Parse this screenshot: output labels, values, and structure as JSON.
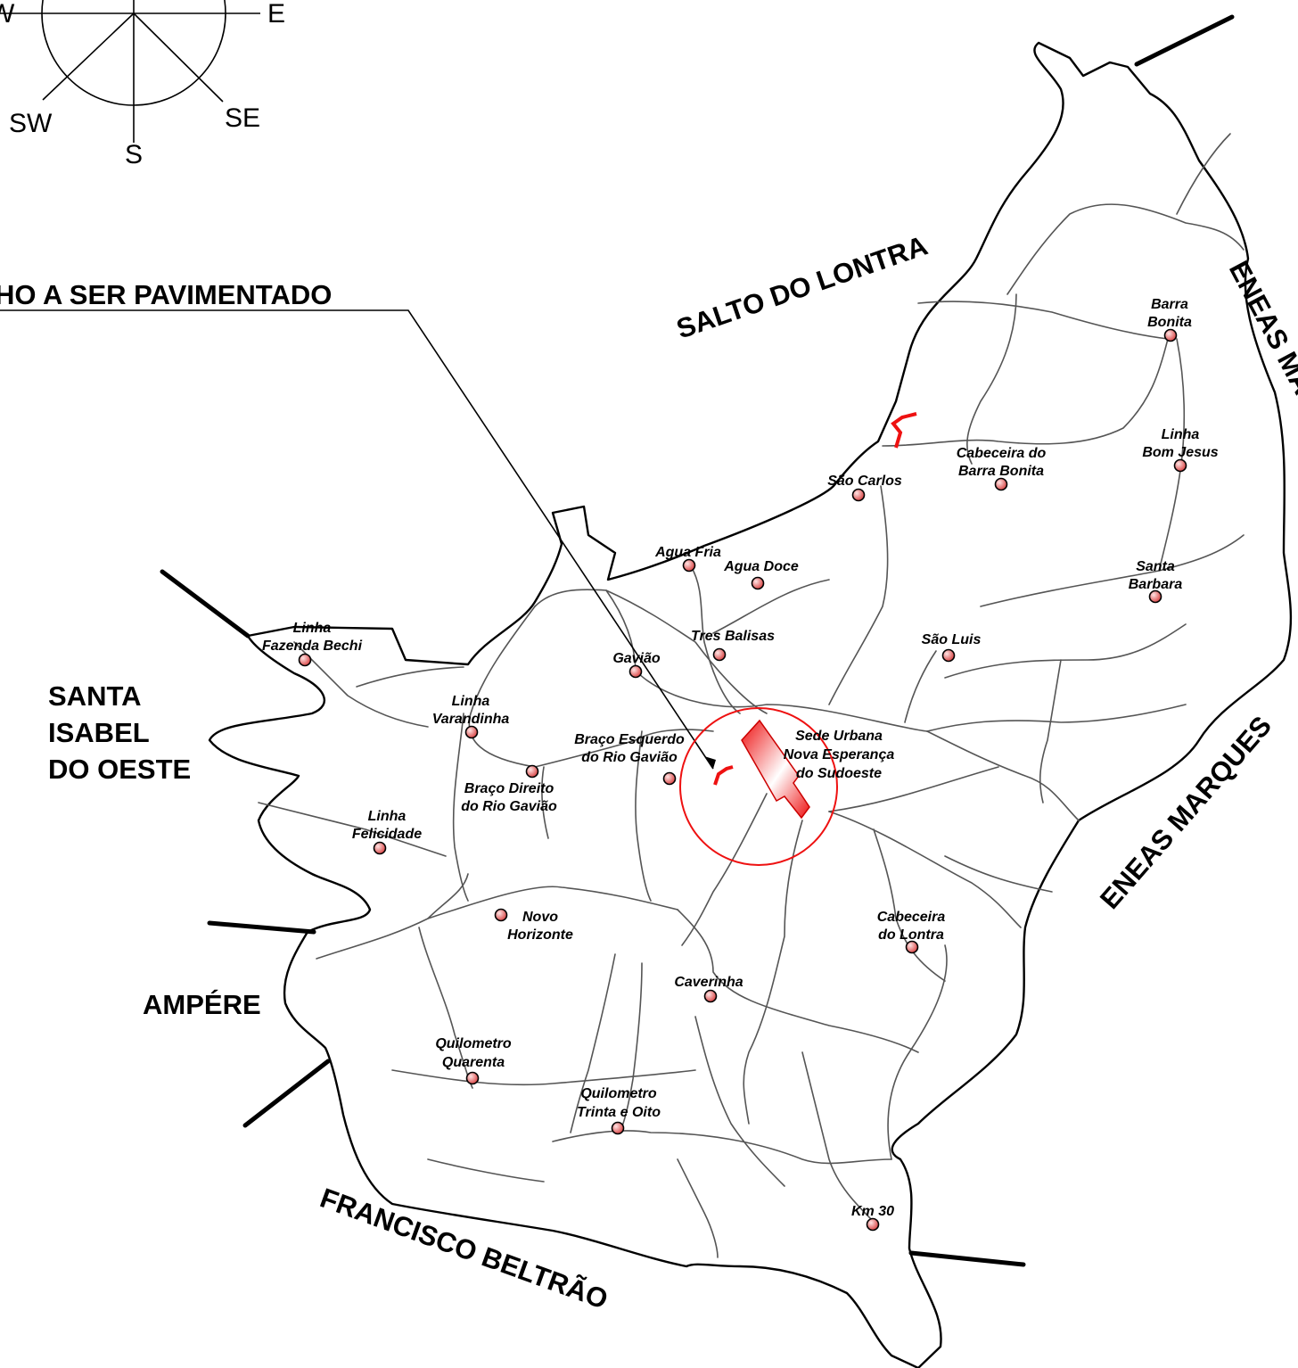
{
  "compass": {
    "east": "E",
    "southwest": "SW",
    "south": "S",
    "southeast": "SE",
    "west": "W"
  },
  "highlight_title": "HO  A SER PAVIMENTADO",
  "neighbors": {
    "salto_do_lontra": "SALTO DO LONTRA",
    "eneas_marques_top": "ENEAS MARQUES",
    "eneas_marques_right": "ENEAS MARQUES",
    "santa_isabel": [
      "SANTA",
      "ISABEL",
      "DO OESTE"
    ],
    "ampere": "AMPÉRE",
    "francisco_beltrao": "FRANCISCO BELTRÃO"
  },
  "colors": {
    "highlight": "#ee1111",
    "border": "#000000",
    "road": "#555555",
    "marker": "#e85555"
  },
  "localities": [
    {
      "id": "barra-bonita",
      "lines": [
        "Barra",
        "Bonita"
      ]
    },
    {
      "id": "linha-bom-jesus",
      "lines": [
        "Linha",
        "Bom Jesus"
      ]
    },
    {
      "id": "cabeceira-barra-bonita",
      "lines": [
        "Cabeceira do",
        "Barra Bonita"
      ]
    },
    {
      "id": "sao-carlos",
      "lines": [
        "São Carlos"
      ]
    },
    {
      "id": "agua-fria",
      "lines": [
        "Agua Fria"
      ]
    },
    {
      "id": "agua-doce",
      "lines": [
        "Agua Doce"
      ]
    },
    {
      "id": "santa-barbara",
      "lines": [
        "Santa",
        "Barbara"
      ]
    },
    {
      "id": "tres-balisas",
      "lines": [
        "Tres Balisas"
      ]
    },
    {
      "id": "sao-luis",
      "lines": [
        "São Luis"
      ]
    },
    {
      "id": "gaviao",
      "lines": [
        "Gavião"
      ]
    },
    {
      "id": "linha-fazenda-bechi",
      "lines": [
        "Linha",
        "Fazenda Bechi"
      ]
    },
    {
      "id": "linha-varandinha",
      "lines": [
        "Linha",
        "Varandinha"
      ]
    },
    {
      "id": "braco-esquerdo",
      "lines": [
        "Braço Esquerdo",
        "do Rio Gavião"
      ]
    },
    {
      "id": "sede-urbana",
      "lines": [
        "Sede Urbana",
        "Nova Esperança",
        "do Sudoeste"
      ]
    },
    {
      "id": "braco-direito",
      "lines": [
        "Braço Direito",
        "do Rio Gavião"
      ]
    },
    {
      "id": "linha-felicidade",
      "lines": [
        "Linha",
        "Felicidade"
      ]
    },
    {
      "id": "novo-horizonte",
      "lines": [
        "Novo",
        "Horizonte"
      ]
    },
    {
      "id": "cabeceira-do-lontra",
      "lines": [
        "Cabeceira",
        "do Lontra"
      ]
    },
    {
      "id": "caverinha",
      "lines": [
        "Caverinha"
      ]
    },
    {
      "id": "quilometro-quarenta",
      "lines": [
        "Quilometro",
        "Quarenta"
      ]
    },
    {
      "id": "quilometro-trinta-e-oito",
      "lines": [
        "Quilometro",
        "Trinta e Oito"
      ]
    },
    {
      "id": "km-30",
      "lines": [
        "Km 30"
      ]
    }
  ]
}
